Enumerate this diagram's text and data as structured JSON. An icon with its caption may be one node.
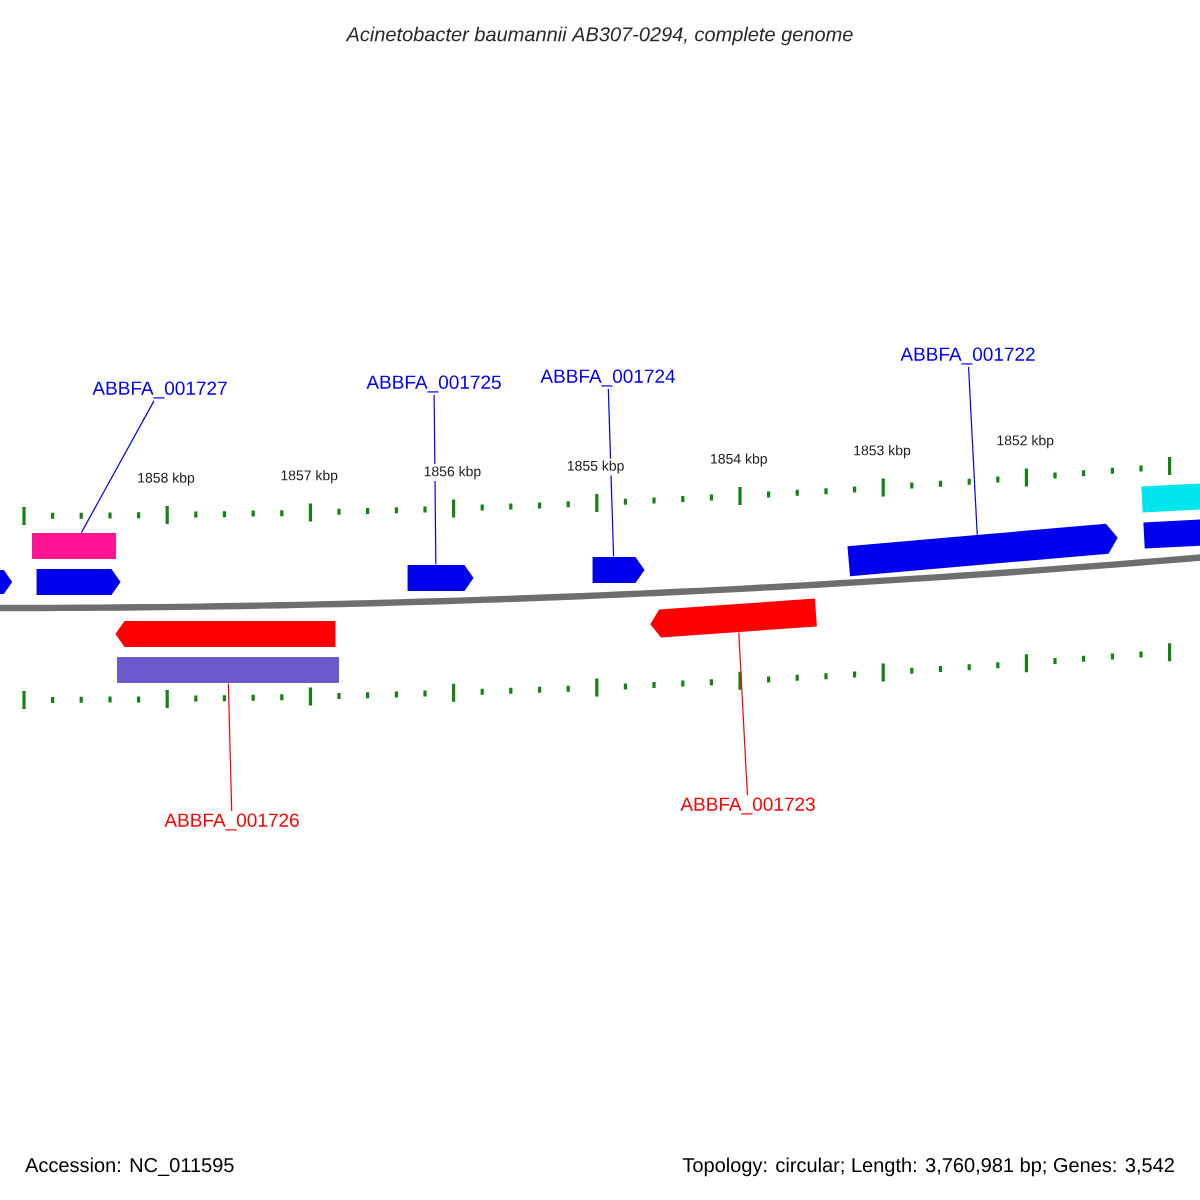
{
  "diagram": {
    "title": "Acinetobacter baumannii AB307-0294, complete genome",
    "nodes": [
      {
        "text": [
          "ABBFA_001727"
        ]
      },
      {
        "text": [
          "ABBFA_001725"
        ]
      },
      {
        "text": [
          "ABBFA_001724"
        ]
      },
      {
        "text": [
          "ABBFA_001722"
        ]
      },
      {
        "text": [],
        "shape": "arrow"
      },
      {
        "text": [],
        "shape": "bar"
      },
      {
        "text": [],
        "shape": "arrow"
      },
      {
        "text": [],
        "shape": "arrow"
      },
      {
        "text": [],
        "shape": "bar"
      },
      {
        "text": [],
        "shape": "arrow"
      },
      {
        "text": [],
        "shape": "arrow"
      },
      {
        "text": [],
        "shape": "arrow"
      },
      {
        "text": [],
        "shape": "arrow"
      },
      {
        "text": [],
        "shape": "bar"
      },
      {
        "text": [],
        "shape": "bar"
      },
      {
        "text": [
          "ABBFA_001726"
        ]
      },
      {
        "text": [
          "ABBFA_001723"
        ]
      }
    ],
    "edges": [
      {
        "from": 0,
        "to": 5,
        "arrow": "none"
      },
      {
        "from": 1,
        "to": 9,
        "arrow": "none"
      },
      {
        "from": 2,
        "to": 10,
        "arrow": "none"
      },
      {
        "from": 3,
        "to": 12,
        "arrow": "none"
      },
      {
        "from": 15,
        "to": 8,
        "arrow": "none",
        "color": "#ff0000"
      },
      {
        "from": 16,
        "to": 11,
        "arrow": "none",
        "color": "#ff0000"
      }
    ],
    "labels": [
      "1858 kbp",
      "1857 kbp",
      "1856 kbp",
      "1855 kbp",
      "1854 kbp",
      "1853 kbp",
      "1852 kbp",
      "Accession: NC_011595",
      "Topology: circular; Length: 3,760,981 bp; Genes: 3,542"
    ]
  }
}
